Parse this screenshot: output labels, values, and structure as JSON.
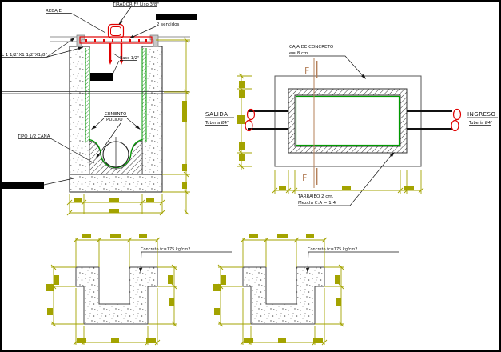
{
  "section": {
    "rebaje": "REBAJE",
    "tirador": "TIRADOR Fº Liso 3/8\"",
    "sentidos": "2 sentidos",
    "angulo": "L 1 1/2\"X1 1/2\"X1/8\"",
    "base": "Base 1/2\"",
    "cemento1": "CEMENTO",
    "cemento2": "PULIDO",
    "cana": "TIPO 1/2 CAÑA"
  },
  "plan": {
    "caja1": "CAJA DE CONCRETO",
    "caja2": "e= 8 cm.",
    "salida": "SALIDA",
    "salida_tub": "Tubería Ø4\"",
    "ingreso": "INGRESO",
    "ingreso_tub": "Tubería Ø4\"",
    "tarrajeo1": "TARRAJEO 2 cm.",
    "tarrajeo2": "Mezcla C:A = 1:4",
    "f": "F"
  },
  "details": {
    "left": {
      "concreto": "Concreto fc=175 kg/cm2"
    },
    "right": {
      "concreto": "Concreto fc=175 kg/cm2"
    }
  },
  "colors": {
    "dimension": "#a3a300",
    "lining": "#009900",
    "cover": "#e00000",
    "section_cut": "#b4805a"
  }
}
